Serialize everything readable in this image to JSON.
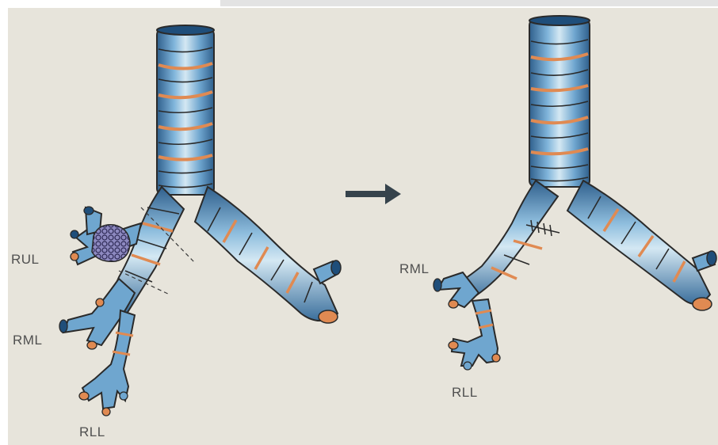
{
  "labels": {
    "before_rul": "RUL",
    "before_rml": "RML",
    "before_rll": "RLL",
    "after_rml": "RML",
    "after_rll": "RLL"
  },
  "colors": {
    "background": "#e7e4db",
    "airway_blue": "#6fa6cf",
    "airway_highlight": "#d4e8f3",
    "airway_dark": "#2f5f8c",
    "cartilage_orange": "#e08a52",
    "outline": "#2a2a2a",
    "tumor_purple": "#6f6aa8",
    "arrow": "#36434c"
  }
}
